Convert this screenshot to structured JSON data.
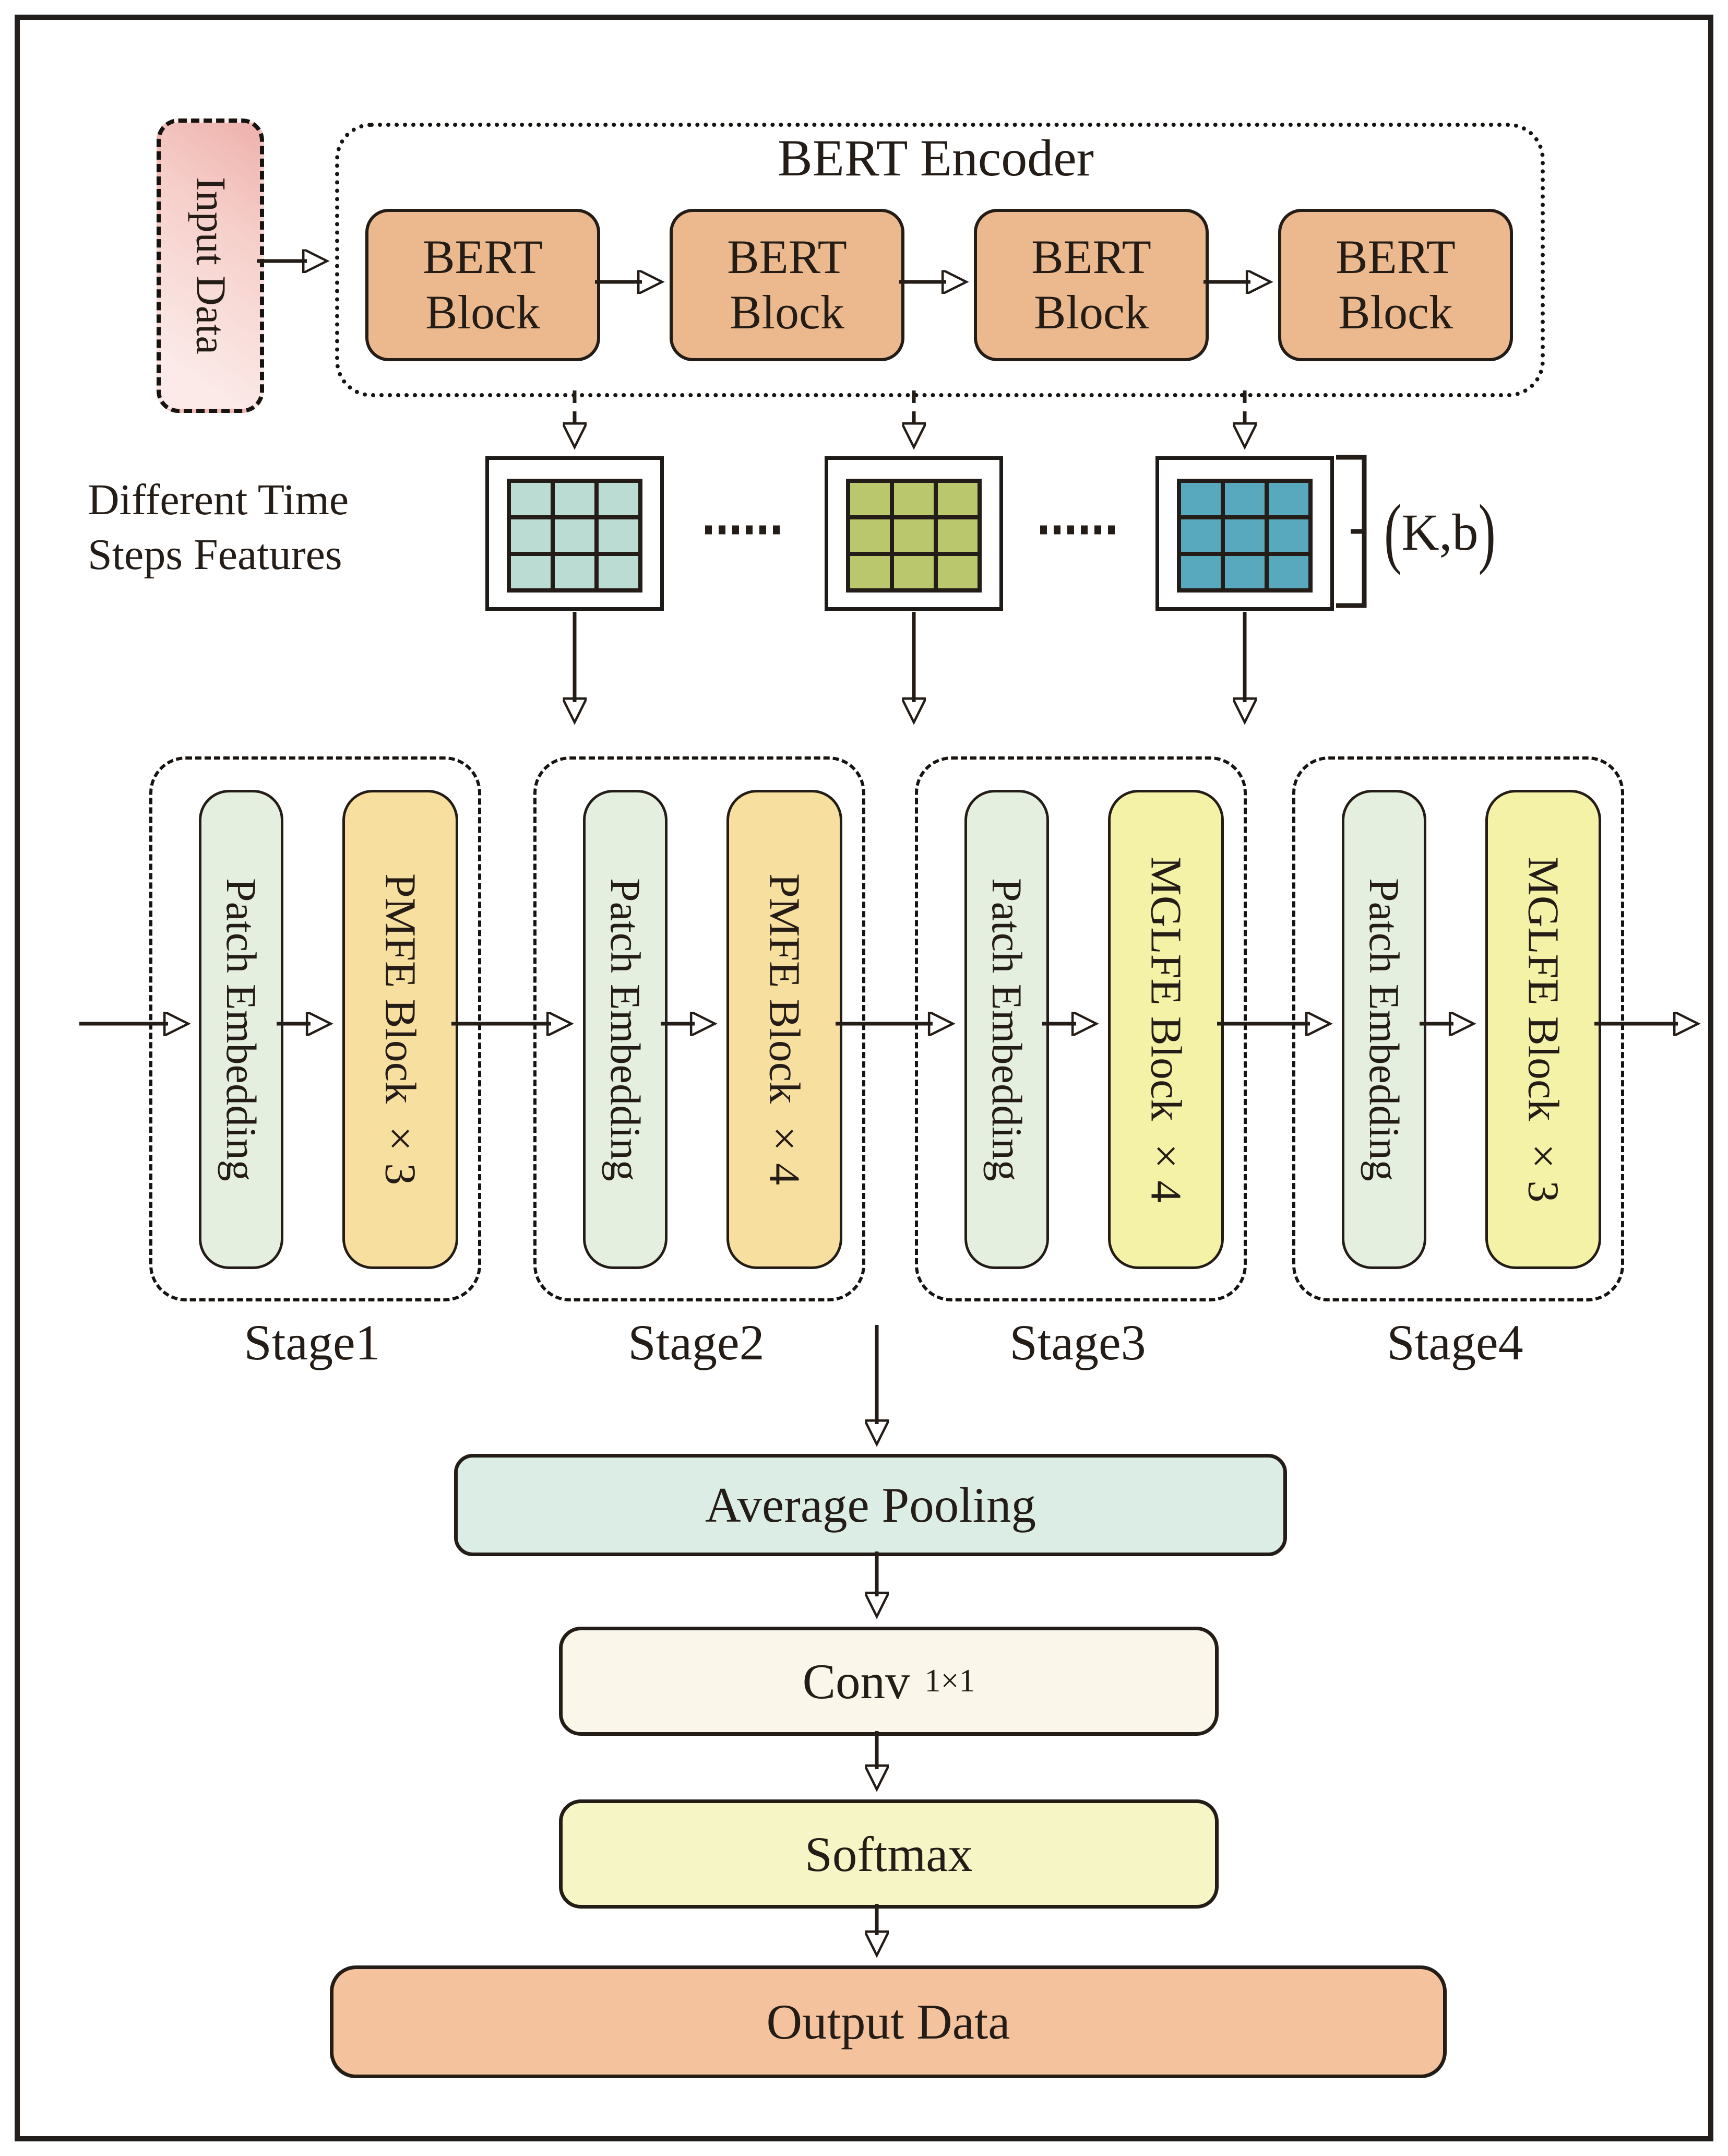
{
  "figure": {
    "input_label": "Input Data",
    "encoder": {
      "title": "BERT Encoder",
      "blocks": [
        "BERT Block",
        "BERT Block",
        "BERT Block",
        "BERT Block"
      ]
    },
    "features": {
      "caption_line1": "Different Time",
      "caption_line2": "Steps Features",
      "ellipsis": "......",
      "annotation": {
        "open": "(",
        "body": "K,b",
        "close": ")"
      },
      "grids": [
        {
          "name": "timestep-feature-grid-1",
          "rows": 3,
          "cols": 3,
          "cell_color": "#badcd3"
        },
        {
          "name": "timestep-feature-grid-2",
          "rows": 3,
          "cols": 3,
          "cell_color": "#bac76d"
        },
        {
          "name": "timestep-feature-grid-3",
          "rows": 3,
          "cols": 3,
          "cell_color": "#58a9bd"
        }
      ]
    },
    "stages": [
      {
        "label": "Stage1",
        "patch_label": "Patch Embedding",
        "block_label": "PMFE Block ×3",
        "block_color": "#f7dfa0"
      },
      {
        "label": "Stage2",
        "patch_label": "Patch Embedding",
        "block_label": "PMFE Block ×4",
        "block_color": "#f7dfa0"
      },
      {
        "label": "Stage3",
        "patch_label": "Patch Embedding",
        "block_label": "MGLFE Block ×4",
        "block_color": "#f3f2a6"
      },
      {
        "label": "Stage4",
        "patch_label": "Patch Embedding",
        "block_label": "MGLFE Block ×3",
        "block_color": "#f3f2a6"
      }
    ],
    "head": {
      "avg_pool": {
        "label": "Average Pooling",
        "color": "#dcede5"
      },
      "conv": {
        "label": "Conv",
        "kernel": "1×1",
        "color": "#faf6e9"
      },
      "softmax": {
        "label": "Softmax",
        "color": "#f6f5c6"
      },
      "output": {
        "label": "Output Data",
        "color": "#f4c39d"
      }
    },
    "colors": {
      "ink": "#241c16",
      "bert_block_fill": "#ecb98f",
      "patch_embed_fill": "#e4efe0",
      "input_pink_strong": "#eeb1ac",
      "input_pink_soft": "#fbeae8",
      "grid_line": "#241c16"
    }
  }
}
